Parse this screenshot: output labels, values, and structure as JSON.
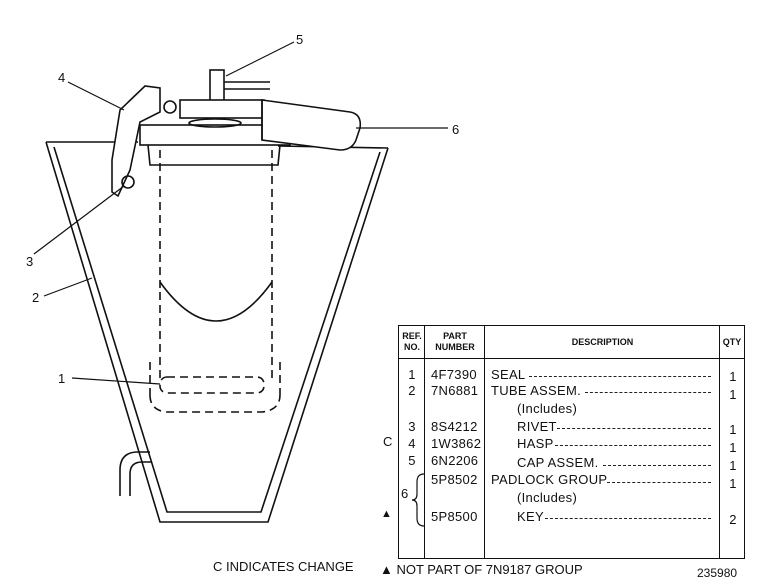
{
  "callouts": [
    "1",
    "2",
    "3",
    "4",
    "5",
    "6"
  ],
  "table": {
    "headers": {
      "ref": "REF. NO.",
      "part": "PART NUMBER",
      "description": "DESCRIPTION",
      "qty": "QTY"
    },
    "rows": [
      {
        "ref": "1",
        "part": "4F7390",
        "desc": "SEAL",
        "qty": "1"
      },
      {
        "ref": "2",
        "part": "7N6881",
        "desc": "TUBE ASSEM.",
        "qty": "1"
      },
      {
        "ref": "",
        "part": "",
        "desc": "(Includes)",
        "qty": ""
      },
      {
        "ref": "3",
        "part": "8S4212",
        "desc": "RIVET",
        "qty": "1"
      },
      {
        "ref": "4",
        "part": "1W3862",
        "desc": "HASP",
        "qty": "1"
      },
      {
        "ref": "5",
        "part": "6N2206",
        "desc": "CAP ASSEM.",
        "qty": "1"
      },
      {
        "ref": "",
        "part": "5P8502",
        "desc": "PADLOCK GROUP",
        "qty": "1"
      },
      {
        "ref": "",
        "part": "",
        "desc": "(Includes)",
        "qty": ""
      },
      {
        "ref": "",
        "part": "5P8500",
        "desc": "KEY",
        "qty": "2"
      }
    ],
    "group_ref": "6",
    "change_mark": "C",
    "not_part_mark": "▲"
  },
  "footer": {
    "change_note": "C INDICATES CHANGE",
    "not_part_note": "▲ NOT PART OF 7N9187 GROUP",
    "figure_number": "235980"
  }
}
